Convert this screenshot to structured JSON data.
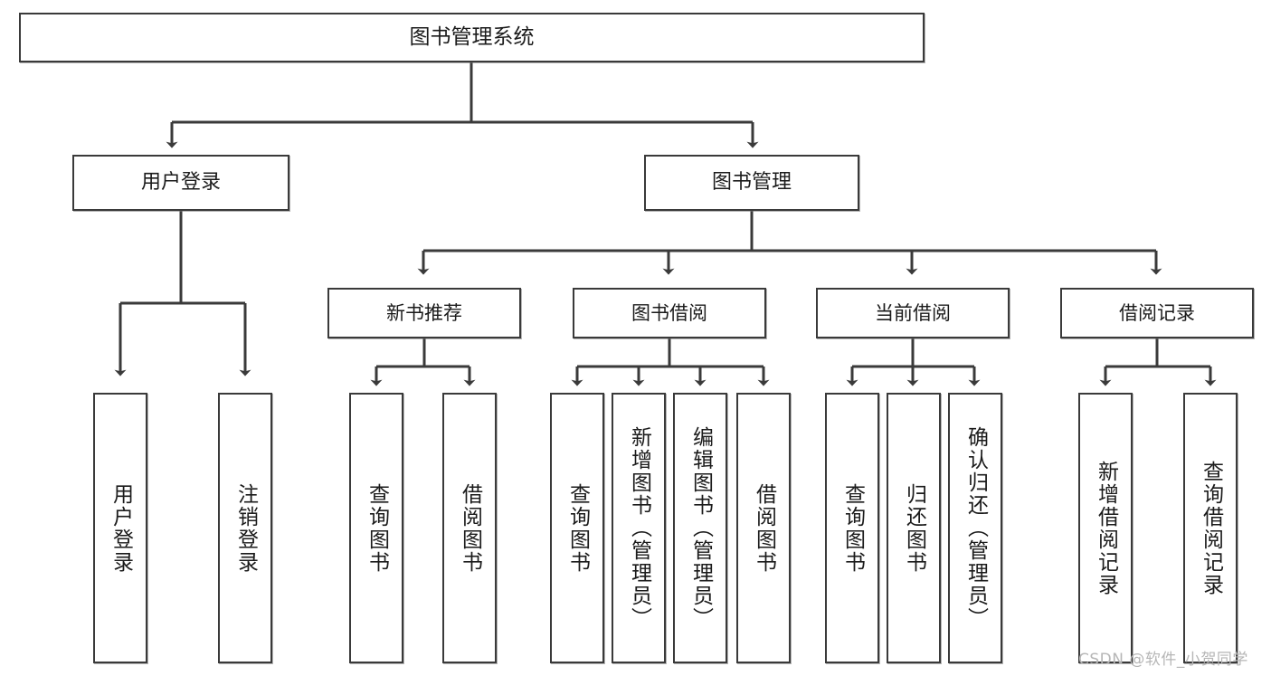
{
  "diagram": {
    "title": "图书管理系统",
    "type": "hierarchy-tree",
    "colors": {
      "box_border": "#3a3a3a",
      "box_fill": "#ffffff",
      "connector": "#3a3a3a",
      "text": "#1b1b1b",
      "watermark": "#b6b6b6",
      "background": "#ffffff"
    },
    "root": {
      "label": "图书管理系统"
    },
    "level2": [
      {
        "label": "用户登录"
      },
      {
        "label": "图书管理"
      }
    ],
    "level3": [
      {
        "label": "新书推荐"
      },
      {
        "label": "图书借阅"
      },
      {
        "label": "当前借阅"
      },
      {
        "label": "借阅记录"
      }
    ],
    "leaves": {
      "user_login": [
        {
          "label": "用户登录"
        },
        {
          "label": "注销登录"
        }
      ],
      "new_book_recommend": [
        {
          "label": "查询图书"
        },
        {
          "label": "借阅图书"
        }
      ],
      "book_borrow": [
        {
          "label": "查询图书"
        },
        {
          "label": "新增图书（管理员）"
        },
        {
          "label": "编辑图书（管理员）"
        },
        {
          "label": "借阅图书"
        }
      ],
      "current_borrow": [
        {
          "label": "查询图书"
        },
        {
          "label": "归还图书"
        },
        {
          "label": "确认归还（管理员）"
        }
      ],
      "borrow_record": [
        {
          "label": "新增借阅记录"
        },
        {
          "label": "查询借阅记录"
        }
      ]
    }
  },
  "watermark": {
    "text": "CSDN @软件_小贺同学"
  }
}
